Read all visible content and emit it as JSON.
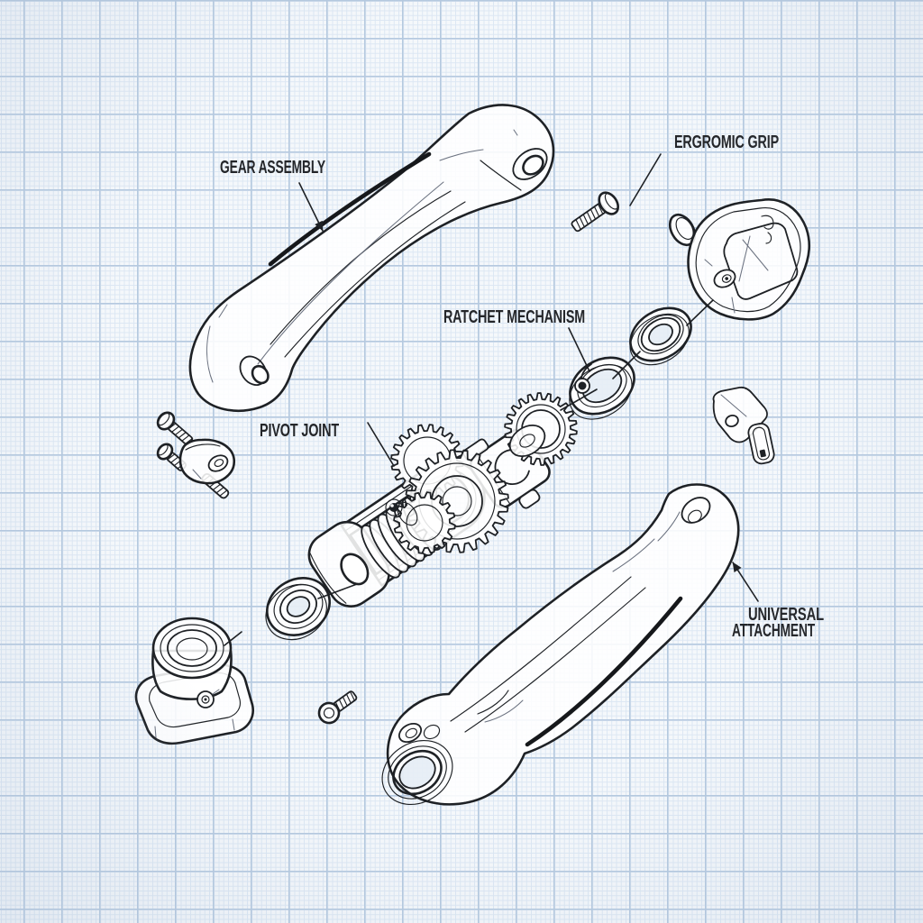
{
  "labels": {
    "gear_assembly": "GEAR ASSEMBLY",
    "ergonomic_grip": "ERGROMIC GRIP",
    "ratchet_mechanism": "RATCHET MECHANISM",
    "pivot_joint": "PIVOT JOINT",
    "universal_attachment_line1": "UNIVERSAL",
    "universal_attachment_line2": "ATTACHMENT"
  },
  "colors": {
    "paper": "#f5f8fb",
    "grid-minor": "#dce7f3",
    "grid-major": "#b5c9df",
    "ink": "#1e2125",
    "ink-light": "#6b7280",
    "label": "#24262a",
    "part-fill": "rgba(255,255,255,0.87)"
  }
}
